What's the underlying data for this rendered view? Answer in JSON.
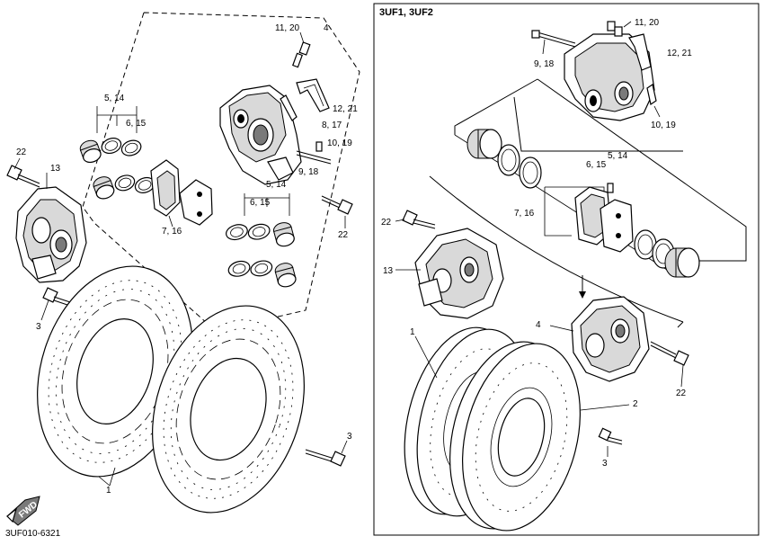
{
  "diagram": {
    "code": "3UF010-6321",
    "variant_box_title": "3UF1, 3UF2",
    "fwd_badge": "FWD",
    "callouts": {
      "l_11_20": "11, 20",
      "l_4": "4",
      "l_5_14a": "5, 14",
      "l_6_15a": "6, 15",
      "l_12_21": "12, 21",
      "l_8_17": "8, 17",
      "l_10_19": "10, 19",
      "l_9_18": "9, 18",
      "l_22a": "22",
      "l_13": "13",
      "l_7_16": "7, 16",
      "l_5_14b": "5, 14",
      "l_6_15b": "6, 15",
      "l_22b": "22",
      "l_3a": "3",
      "l_3b": "3",
      "l_1": "1",
      "r_11_20": "11, 20",
      "r_9_18": "9, 18",
      "r_12_21": "12, 21",
      "r_10_19": "10, 19",
      "r_5_14": "5, 14",
      "r_6_15": "6, 15",
      "r_7_16": "7, 16",
      "r_22a": "22",
      "r_13": "13",
      "r_4": "4",
      "r_1": "1",
      "r_22b": "22",
      "r_2": "2",
      "r_3": "3"
    }
  }
}
